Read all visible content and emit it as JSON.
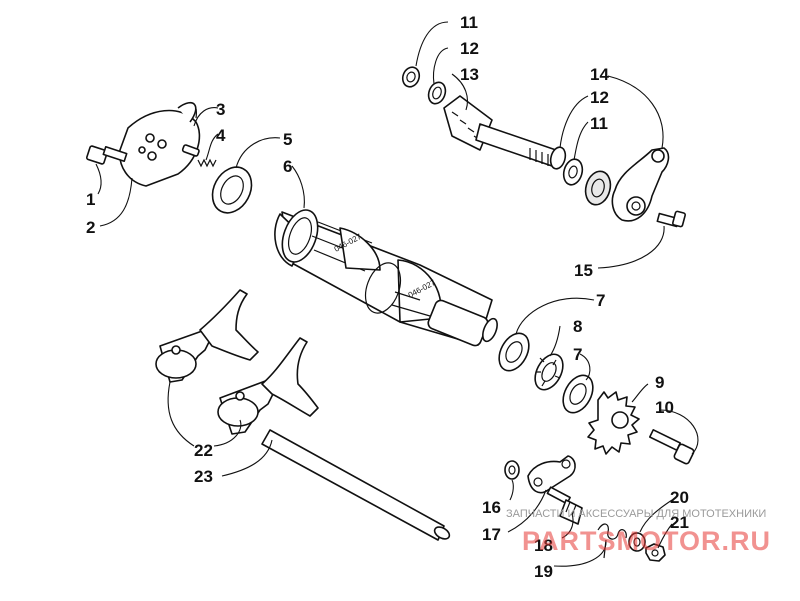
{
  "diagram": {
    "callouts": {
      "c1": "1",
      "c2": "2",
      "c3": "3",
      "c4": "4",
      "c5": "5",
      "c6": "6",
      "c7a": "7",
      "c7b": "7",
      "c8": "8",
      "c9": "9",
      "c10": "10",
      "c11a": "11",
      "c11b": "11",
      "c12a": "12",
      "c12b": "12",
      "c13": "13",
      "c14": "14",
      "c15": "15",
      "c16": "16",
      "c17": "17",
      "c18": "18",
      "c19": "19",
      "c20": "20",
      "c21": "21",
      "c22": "22",
      "c23": "23"
    },
    "engraving": "046-027"
  },
  "watermark": {
    "caption": "ЗАПЧАСТИ И АКСЕССУАРЫ ДЛЯ МОТОТЕХНИКИ",
    "logo": "PARTSMOTOR.RU",
    "logo_color": "#e53935"
  }
}
